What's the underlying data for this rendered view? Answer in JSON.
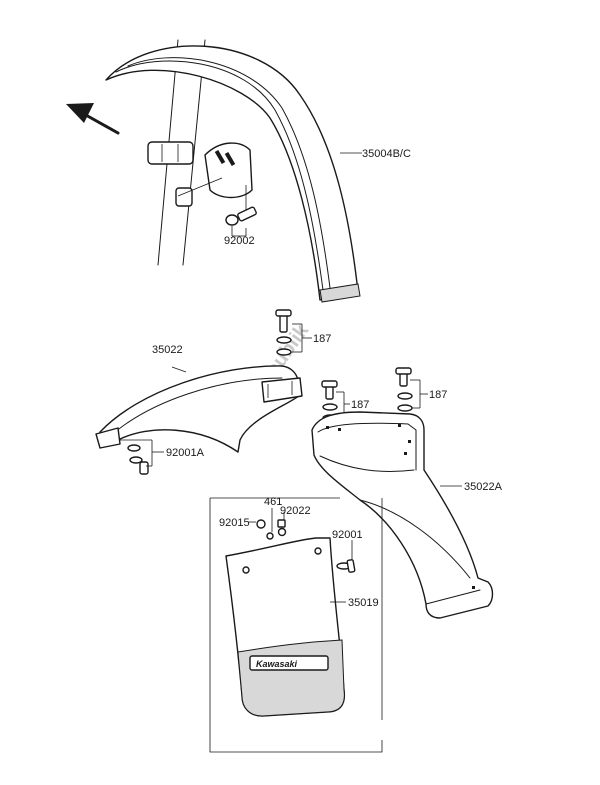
{
  "watermark": "PartsRepublik",
  "emblem_text": "Kawasaki",
  "labels": {
    "front_fender": "35004B/C",
    "front_bolt": "92002",
    "rear_fender_inner": "35022",
    "washer_left": "187",
    "washer_mid": "187",
    "washer_right": "187",
    "bolt_inner_fender": "92001A",
    "rear_fender": "35022A",
    "nut_461": "461",
    "nut_92015": "92015",
    "bolt_92022": "92022",
    "bolt_92001": "92001",
    "mud_flap": "35019"
  }
}
